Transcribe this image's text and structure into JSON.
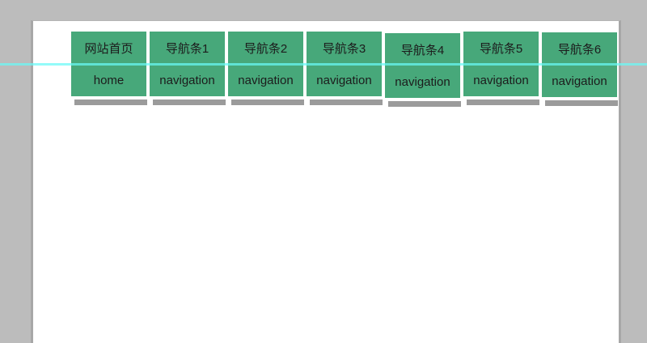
{
  "colors": {
    "workspace-gray": "#bcbcbc",
    "page-white": "#ffffff",
    "page-edge": "#a7a7a7",
    "button-green": "#47a87a",
    "button-text": "#1c1c1c",
    "shadow-gray": "#9b9b9b",
    "guide-cyan": "#69faf6"
  },
  "navbar": {
    "items": [
      {
        "title": "网站首页",
        "subtitle": "home"
      },
      {
        "title": "导航条1",
        "subtitle": "navigation"
      },
      {
        "title": "导航条2",
        "subtitle": "navigation"
      },
      {
        "title": "导航条3",
        "subtitle": "navigation"
      },
      {
        "title": "导航条4",
        "subtitle": "navigation"
      },
      {
        "title": "导航条5",
        "subtitle": "navigation"
      },
      {
        "title": "导航条6",
        "subtitle": "navigation"
      }
    ]
  }
}
